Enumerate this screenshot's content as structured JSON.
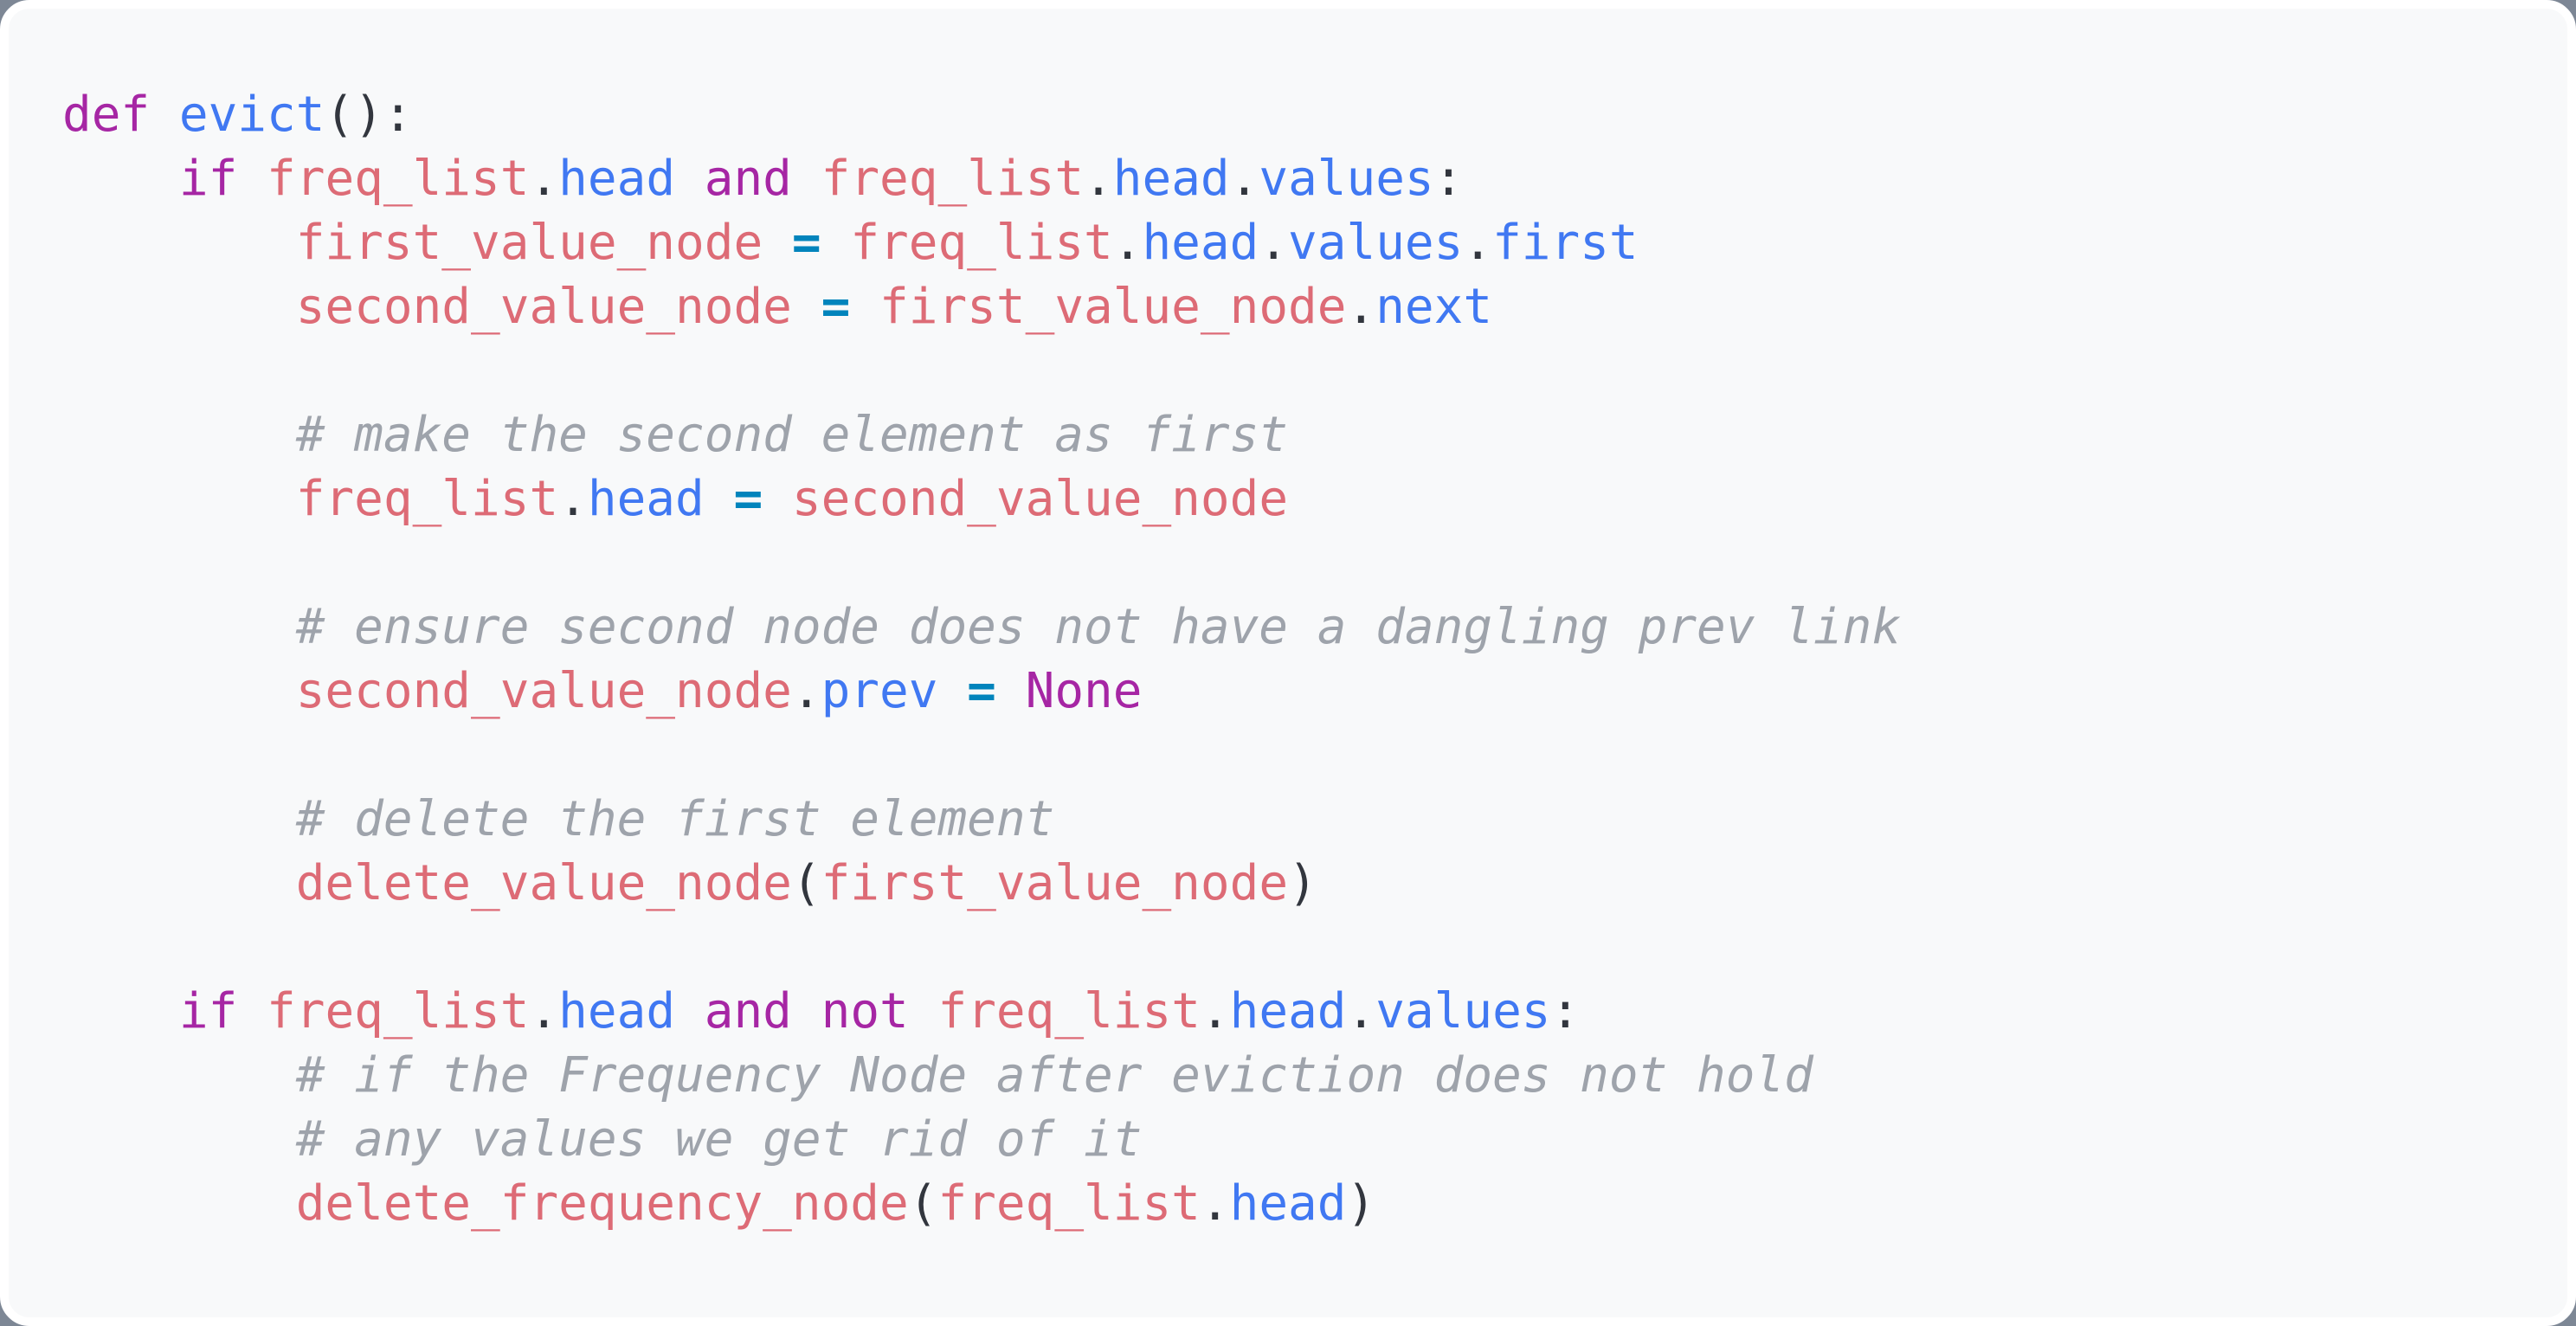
{
  "page": {
    "background_color": "#7d8795",
    "card_background_color": "#f8f9fa",
    "card_border_color": "#ffffff"
  },
  "palette": {
    "keyword": "#a626a4",
    "attribute_blue": "#4078f2",
    "variable_red": "#dd6b76",
    "operator_teal": "#0184bc",
    "punctuation": "#32363e",
    "comment_gray": "#9ea3ab"
  },
  "code": {
    "language": "python",
    "lines": [
      {
        "tokens": [
          [
            "kw",
            "def"
          ],
          [
            "ws",
            " "
          ],
          [
            "fn",
            "evict"
          ],
          [
            "pun",
            "():"
          ]
        ]
      },
      {
        "tokens": [
          [
            "ws",
            "    "
          ],
          [
            "kw",
            "if"
          ],
          [
            "ws",
            " "
          ],
          [
            "var",
            "freq_list"
          ],
          [
            "pun",
            "."
          ],
          [
            "fn",
            "head"
          ],
          [
            "ws",
            " "
          ],
          [
            "kw",
            "and"
          ],
          [
            "ws",
            " "
          ],
          [
            "var",
            "freq_list"
          ],
          [
            "pun",
            "."
          ],
          [
            "fn",
            "head"
          ],
          [
            "pun",
            "."
          ],
          [
            "fn",
            "values"
          ],
          [
            "pun",
            ":"
          ]
        ]
      },
      {
        "tokens": [
          [
            "ws",
            "        "
          ],
          [
            "var",
            "first_value_node"
          ],
          [
            "ws",
            " "
          ],
          [
            "op",
            "="
          ],
          [
            "ws",
            " "
          ],
          [
            "var",
            "freq_list"
          ],
          [
            "pun",
            "."
          ],
          [
            "fn",
            "head"
          ],
          [
            "pun",
            "."
          ],
          [
            "fn",
            "values"
          ],
          [
            "pun",
            "."
          ],
          [
            "fn",
            "first"
          ]
        ]
      },
      {
        "tokens": [
          [
            "ws",
            "        "
          ],
          [
            "var",
            "second_value_node"
          ],
          [
            "ws",
            " "
          ],
          [
            "op",
            "="
          ],
          [
            "ws",
            " "
          ],
          [
            "var",
            "first_value_node"
          ],
          [
            "pun",
            "."
          ],
          [
            "fn",
            "next"
          ]
        ]
      },
      {
        "tokens": []
      },
      {
        "tokens": [
          [
            "ws",
            "        "
          ],
          [
            "com",
            "# make the second element as first"
          ]
        ]
      },
      {
        "tokens": [
          [
            "ws",
            "        "
          ],
          [
            "var",
            "freq_list"
          ],
          [
            "pun",
            "."
          ],
          [
            "fn",
            "head"
          ],
          [
            "ws",
            " "
          ],
          [
            "op",
            "="
          ],
          [
            "ws",
            " "
          ],
          [
            "var",
            "second_value_node"
          ]
        ]
      },
      {
        "tokens": []
      },
      {
        "tokens": [
          [
            "ws",
            "        "
          ],
          [
            "com",
            "# ensure second node does not have a dangling prev link"
          ]
        ]
      },
      {
        "tokens": [
          [
            "ws",
            "        "
          ],
          [
            "var",
            "second_value_node"
          ],
          [
            "pun",
            "."
          ],
          [
            "fn",
            "prev"
          ],
          [
            "ws",
            " "
          ],
          [
            "op",
            "="
          ],
          [
            "ws",
            " "
          ],
          [
            "kw",
            "None"
          ]
        ]
      },
      {
        "tokens": []
      },
      {
        "tokens": [
          [
            "ws",
            "        "
          ],
          [
            "com",
            "# delete the first element"
          ]
        ]
      },
      {
        "tokens": [
          [
            "ws",
            "        "
          ],
          [
            "var",
            "delete_value_node"
          ],
          [
            "pun",
            "("
          ],
          [
            "var",
            "first_value_node"
          ],
          [
            "pun",
            ")"
          ]
        ]
      },
      {
        "tokens": []
      },
      {
        "tokens": [
          [
            "ws",
            "    "
          ],
          [
            "kw",
            "if"
          ],
          [
            "ws",
            " "
          ],
          [
            "var",
            "freq_list"
          ],
          [
            "pun",
            "."
          ],
          [
            "fn",
            "head"
          ],
          [
            "ws",
            " "
          ],
          [
            "kw",
            "and"
          ],
          [
            "ws",
            " "
          ],
          [
            "kw",
            "not"
          ],
          [
            "ws",
            " "
          ],
          [
            "var",
            "freq_list"
          ],
          [
            "pun",
            "."
          ],
          [
            "fn",
            "head"
          ],
          [
            "pun",
            "."
          ],
          [
            "fn",
            "values"
          ],
          [
            "pun",
            ":"
          ]
        ]
      },
      {
        "tokens": [
          [
            "ws",
            "        "
          ],
          [
            "com",
            "# if the Frequency Node after eviction does not hold"
          ]
        ]
      },
      {
        "tokens": [
          [
            "ws",
            "        "
          ],
          [
            "com",
            "# any values we get rid of it"
          ]
        ]
      },
      {
        "tokens": [
          [
            "ws",
            "        "
          ],
          [
            "var",
            "delete_frequency_node"
          ],
          [
            "pun",
            "("
          ],
          [
            "var",
            "freq_list"
          ],
          [
            "pun",
            "."
          ],
          [
            "fn",
            "head"
          ],
          [
            "pun",
            ")"
          ]
        ]
      }
    ]
  }
}
